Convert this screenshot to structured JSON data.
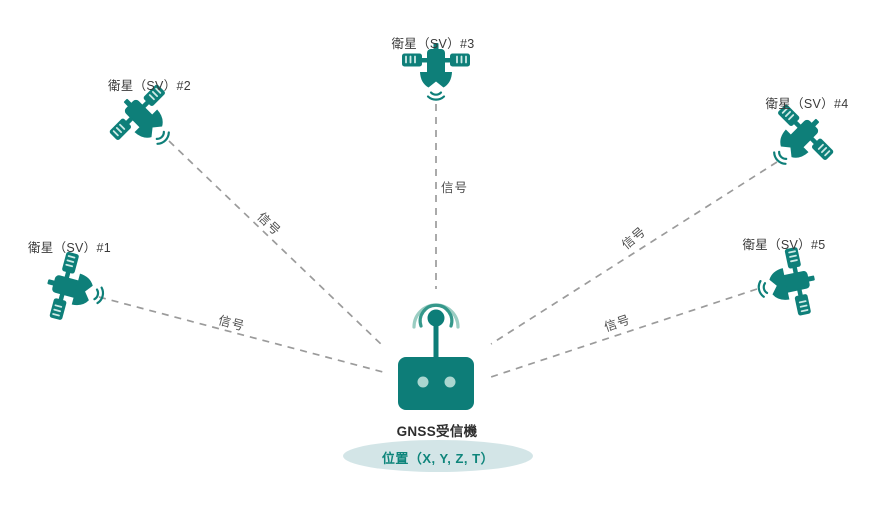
{
  "diagram_title": "GNSS positioning concept diagram",
  "colors": {
    "satellite_teal": "#0e7f79",
    "receiver_teal": "#0d7d78",
    "receiver_knob": "#a9d6d0",
    "antenna_wave_inner": "#35988b",
    "antenna_wave_outer": "#9acdc2",
    "dashed_line_gray": "#9b9b9b",
    "label_dark": "#3a3a3a",
    "signal_gray": "#4d4d4d",
    "ellipse_fill": "#d3e5e7",
    "ellipse_text_teal": "#0e857b",
    "background": "#ffffff"
  },
  "satellites": [
    {
      "label": "衛星（SV）#1"
    },
    {
      "label": "衛星（SV）#2"
    },
    {
      "label": "衛星（SV）#3"
    },
    {
      "label": "衛星（SV）#4"
    },
    {
      "label": "衛星（SV）#5"
    }
  ],
  "signal_label": "信号",
  "receiver": {
    "label": "GNSS受信機"
  },
  "output": {
    "label": "位置（X, Y, Z, T）"
  }
}
